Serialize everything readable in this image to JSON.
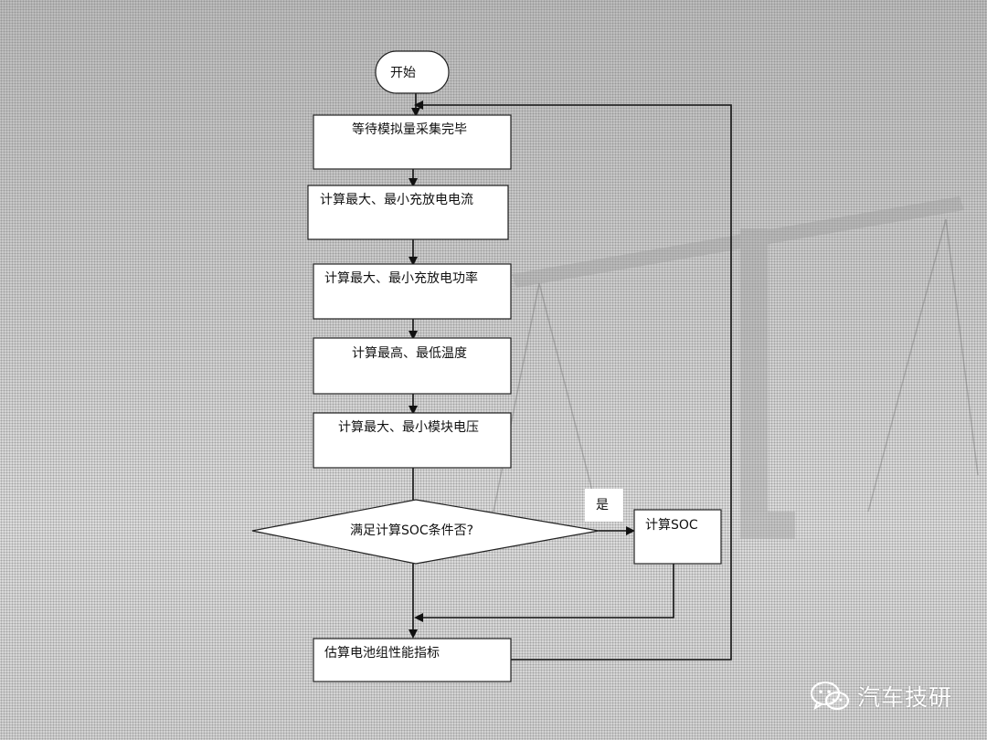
{
  "nodes": {
    "start": "开始",
    "wait_sampling": "等待模拟量采集完毕",
    "calc_current": "计算最大、最小充放电电流",
    "calc_power": "计算最大、最小充放电功率",
    "calc_temp": "计算最高、最低温度",
    "calc_voltage": "计算最大、最小模块电压",
    "soc_condition": "满足计算SOC条件否?",
    "calc_soc": "计算SOC",
    "estimate": "估算电池组性能指标"
  },
  "edge_labels": {
    "yes": "是"
  },
  "watermark": {
    "text": "汽车技研",
    "icon": "wechat-icon"
  }
}
